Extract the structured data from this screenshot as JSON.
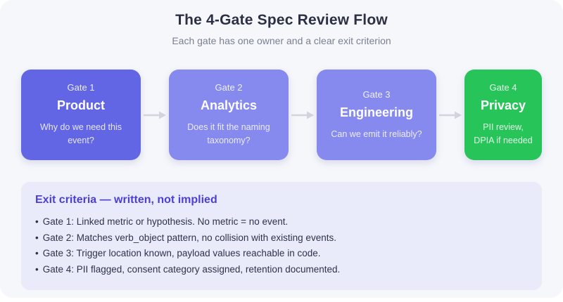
{
  "header": {
    "title": "The 4-Gate Spec Review Flow",
    "subtitle": "Each gate has one owner and a clear exit criterion"
  },
  "gates": [
    {
      "label": "Gate 1",
      "name": "Product",
      "description": "Why do we need this event?",
      "color": "#6366e4"
    },
    {
      "label": "Gate 2",
      "name": "Analytics",
      "description": "Does it fit the naming taxonomy?",
      "color": "#8689ee"
    },
    {
      "label": "Gate 3",
      "name": "Engineering",
      "description": "Can we emit it reliably?",
      "color": "#8689ee"
    },
    {
      "label": "Gate 4",
      "name": "Privacy",
      "description": "PII review, DPIA if needed",
      "color": "#27c45a"
    }
  ],
  "arrow": {
    "color": "#d2d5de"
  },
  "exit_criteria": {
    "heading": "Exit criteria — written, not implied",
    "bullet": "•",
    "items": [
      "Gate 1: Linked metric or hypothesis. No metric = no event.",
      "Gate 2: Matches verb_object pattern, no collision with existing events.",
      "Gate 3: Trigger location known, payload values reachable in code.",
      "Gate 4: PII flagged, consent category assigned, retention documented."
    ]
  },
  "colors": {
    "page_background": "#ffffff",
    "panel_background": "#f6f7fb",
    "exit_panel_background": "#e9ebfb",
    "title_text": "#2b3044",
    "subtitle_text": "#7a8094",
    "exit_heading_accent": "#4c40d4",
    "criteria_text": "#2e3349"
  }
}
